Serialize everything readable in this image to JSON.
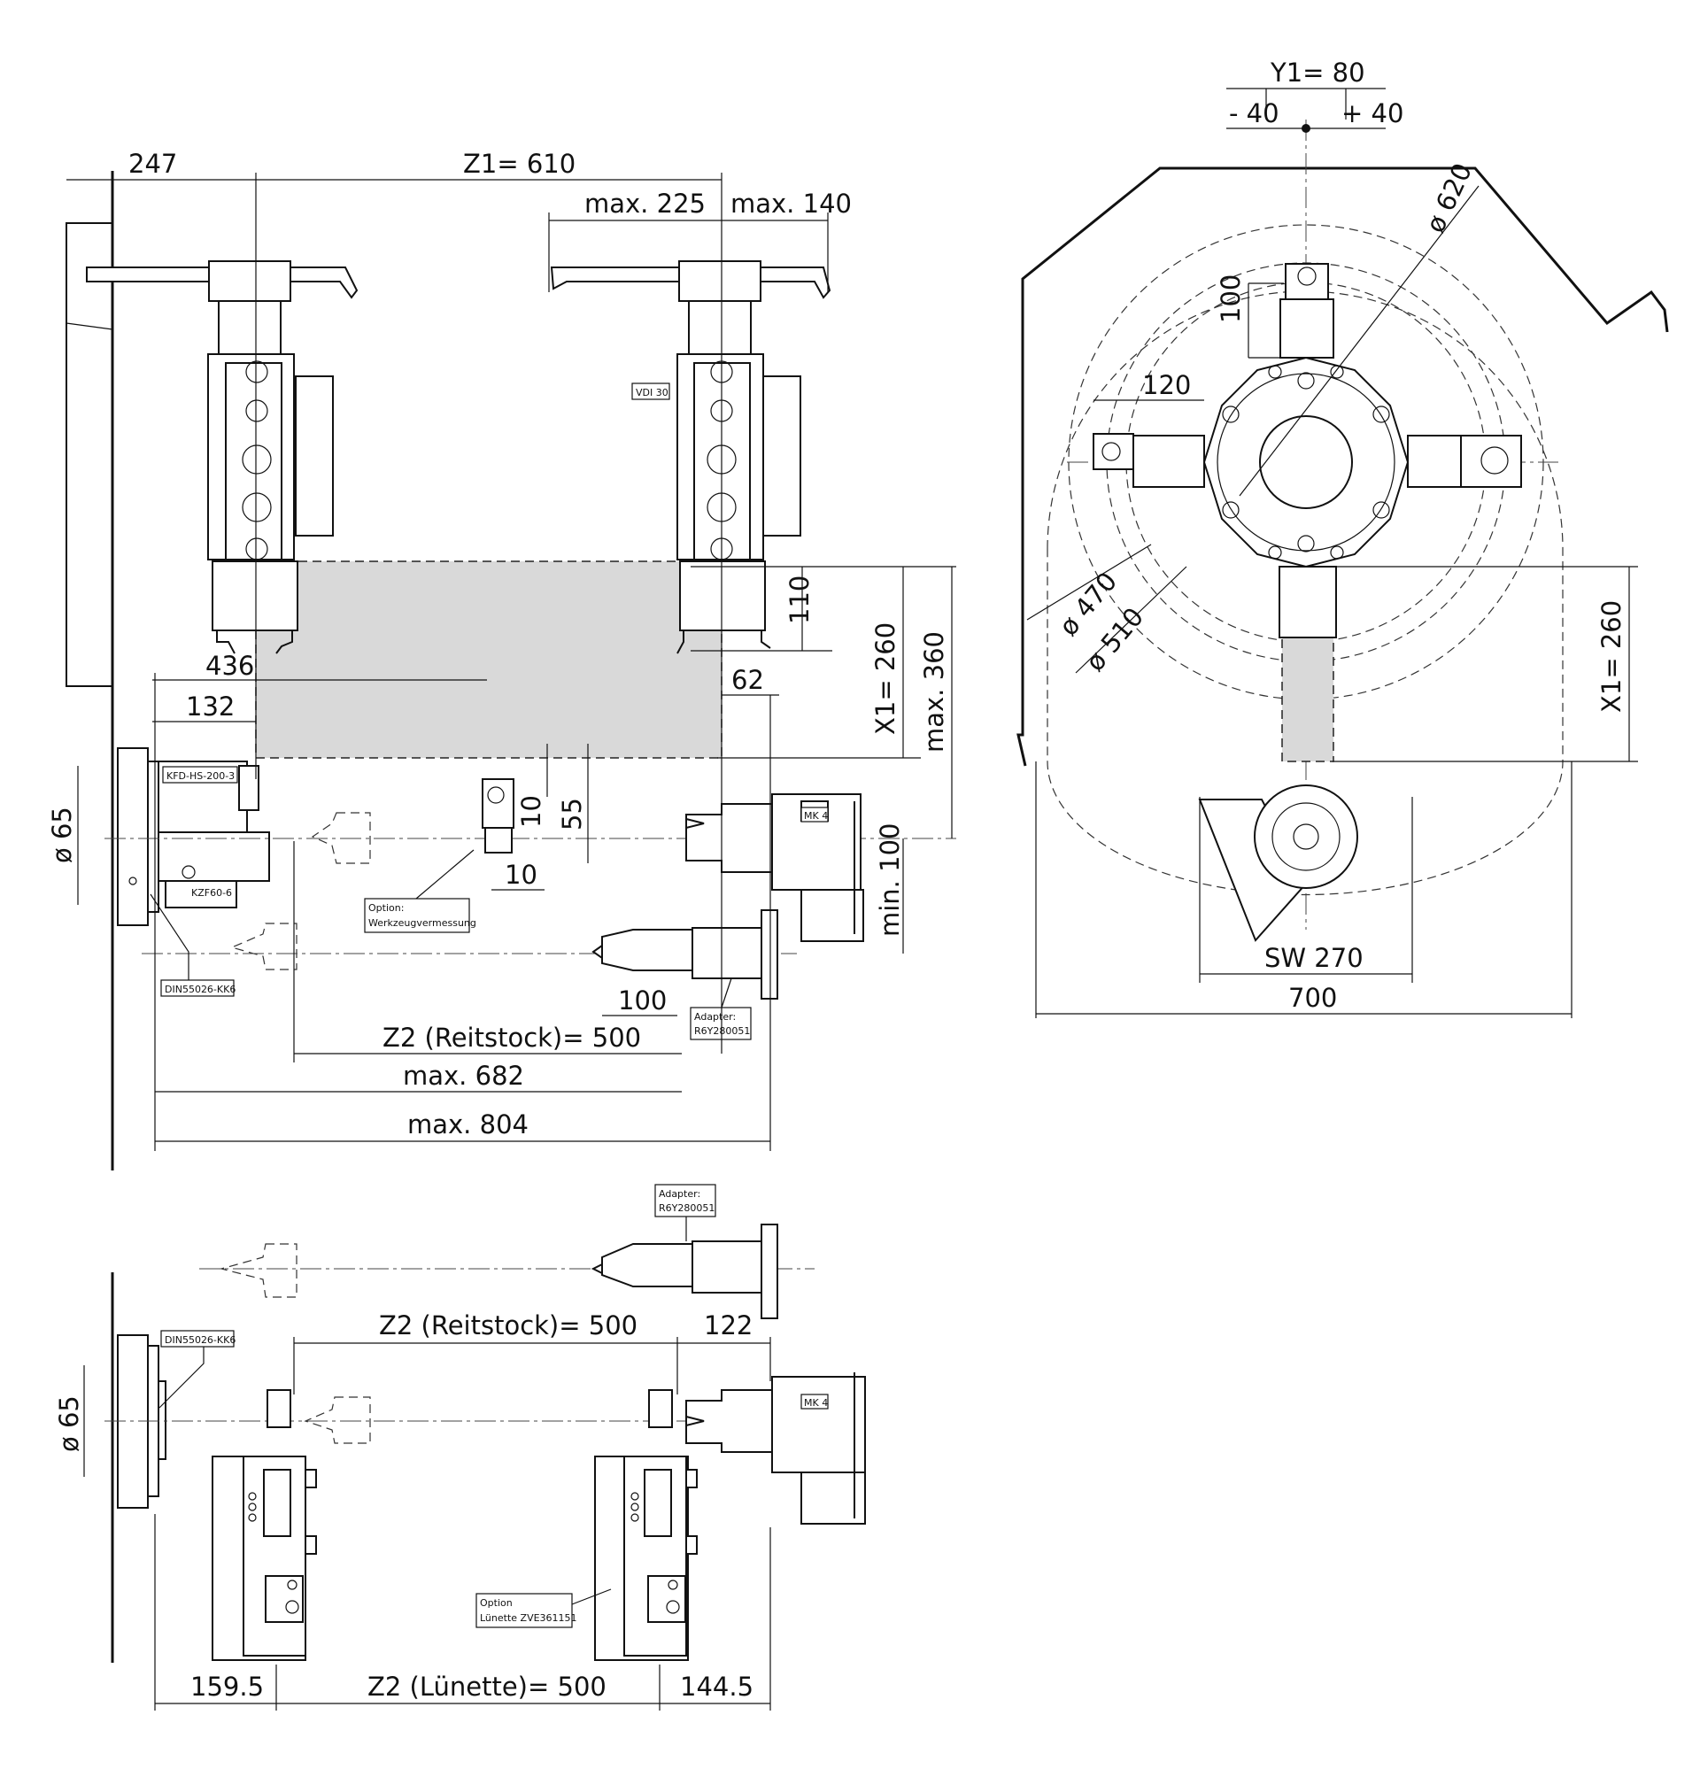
{
  "dimensions": {
    "d247": "247",
    "z1": "Z1= 610",
    "max225": "max. 225",
    "max140": "max. 140",
    "y1": "Y1= 80",
    "minus40": "- 40",
    "plus40": "+ 40",
    "d620": "ø 620",
    "d100a": "100",
    "d120": "120",
    "d110": "110",
    "x1_left": "X1= 260",
    "max360": "max. 360",
    "d436": "436",
    "d132": "132",
    "d62": "62",
    "d65_top": "ø 65",
    "d10a": "10",
    "d55": "55",
    "d10b": "10",
    "min100": "min. 100",
    "d100b": "100",
    "z2_reitstock_top": "Z2 (Reitstock)= 500",
    "max682": "max. 682",
    "max804": "max. 804",
    "d470": "ø 470",
    "d510": "ø 510",
    "x1_right": "X1= 260",
    "sw270": "SW 270",
    "d700": "700",
    "d65_bottom": "ø 65",
    "z2_reitstock_bottom": "Z2 (Reitstock)= 500",
    "d122": "122",
    "d159_5": "159.5",
    "z2_lunette": "Z2 (Lünette)= 500",
    "d144_5": "144.5"
  },
  "labels": {
    "vdi30": "VDI 30",
    "kfd": "KFD-HS-200-3",
    "kzf": "KZF60-6",
    "mk4_top": "MK 4",
    "option_tool_1": "Option:",
    "option_tool_2": "Werkzeugvermessung",
    "din_top": "DIN55026-KK6",
    "adapter_top_1": "Adapter:",
    "adapter_top_2": "R6Y280051",
    "adapter_bottom_1": "Adapter:",
    "adapter_bottom_2": "R6Y280051",
    "din_bottom": "DIN55026-KK6",
    "mk4_bottom": "MK 4",
    "option_lunette_1": "Option",
    "option_lunette_2": "Lünette ZVE361151"
  }
}
